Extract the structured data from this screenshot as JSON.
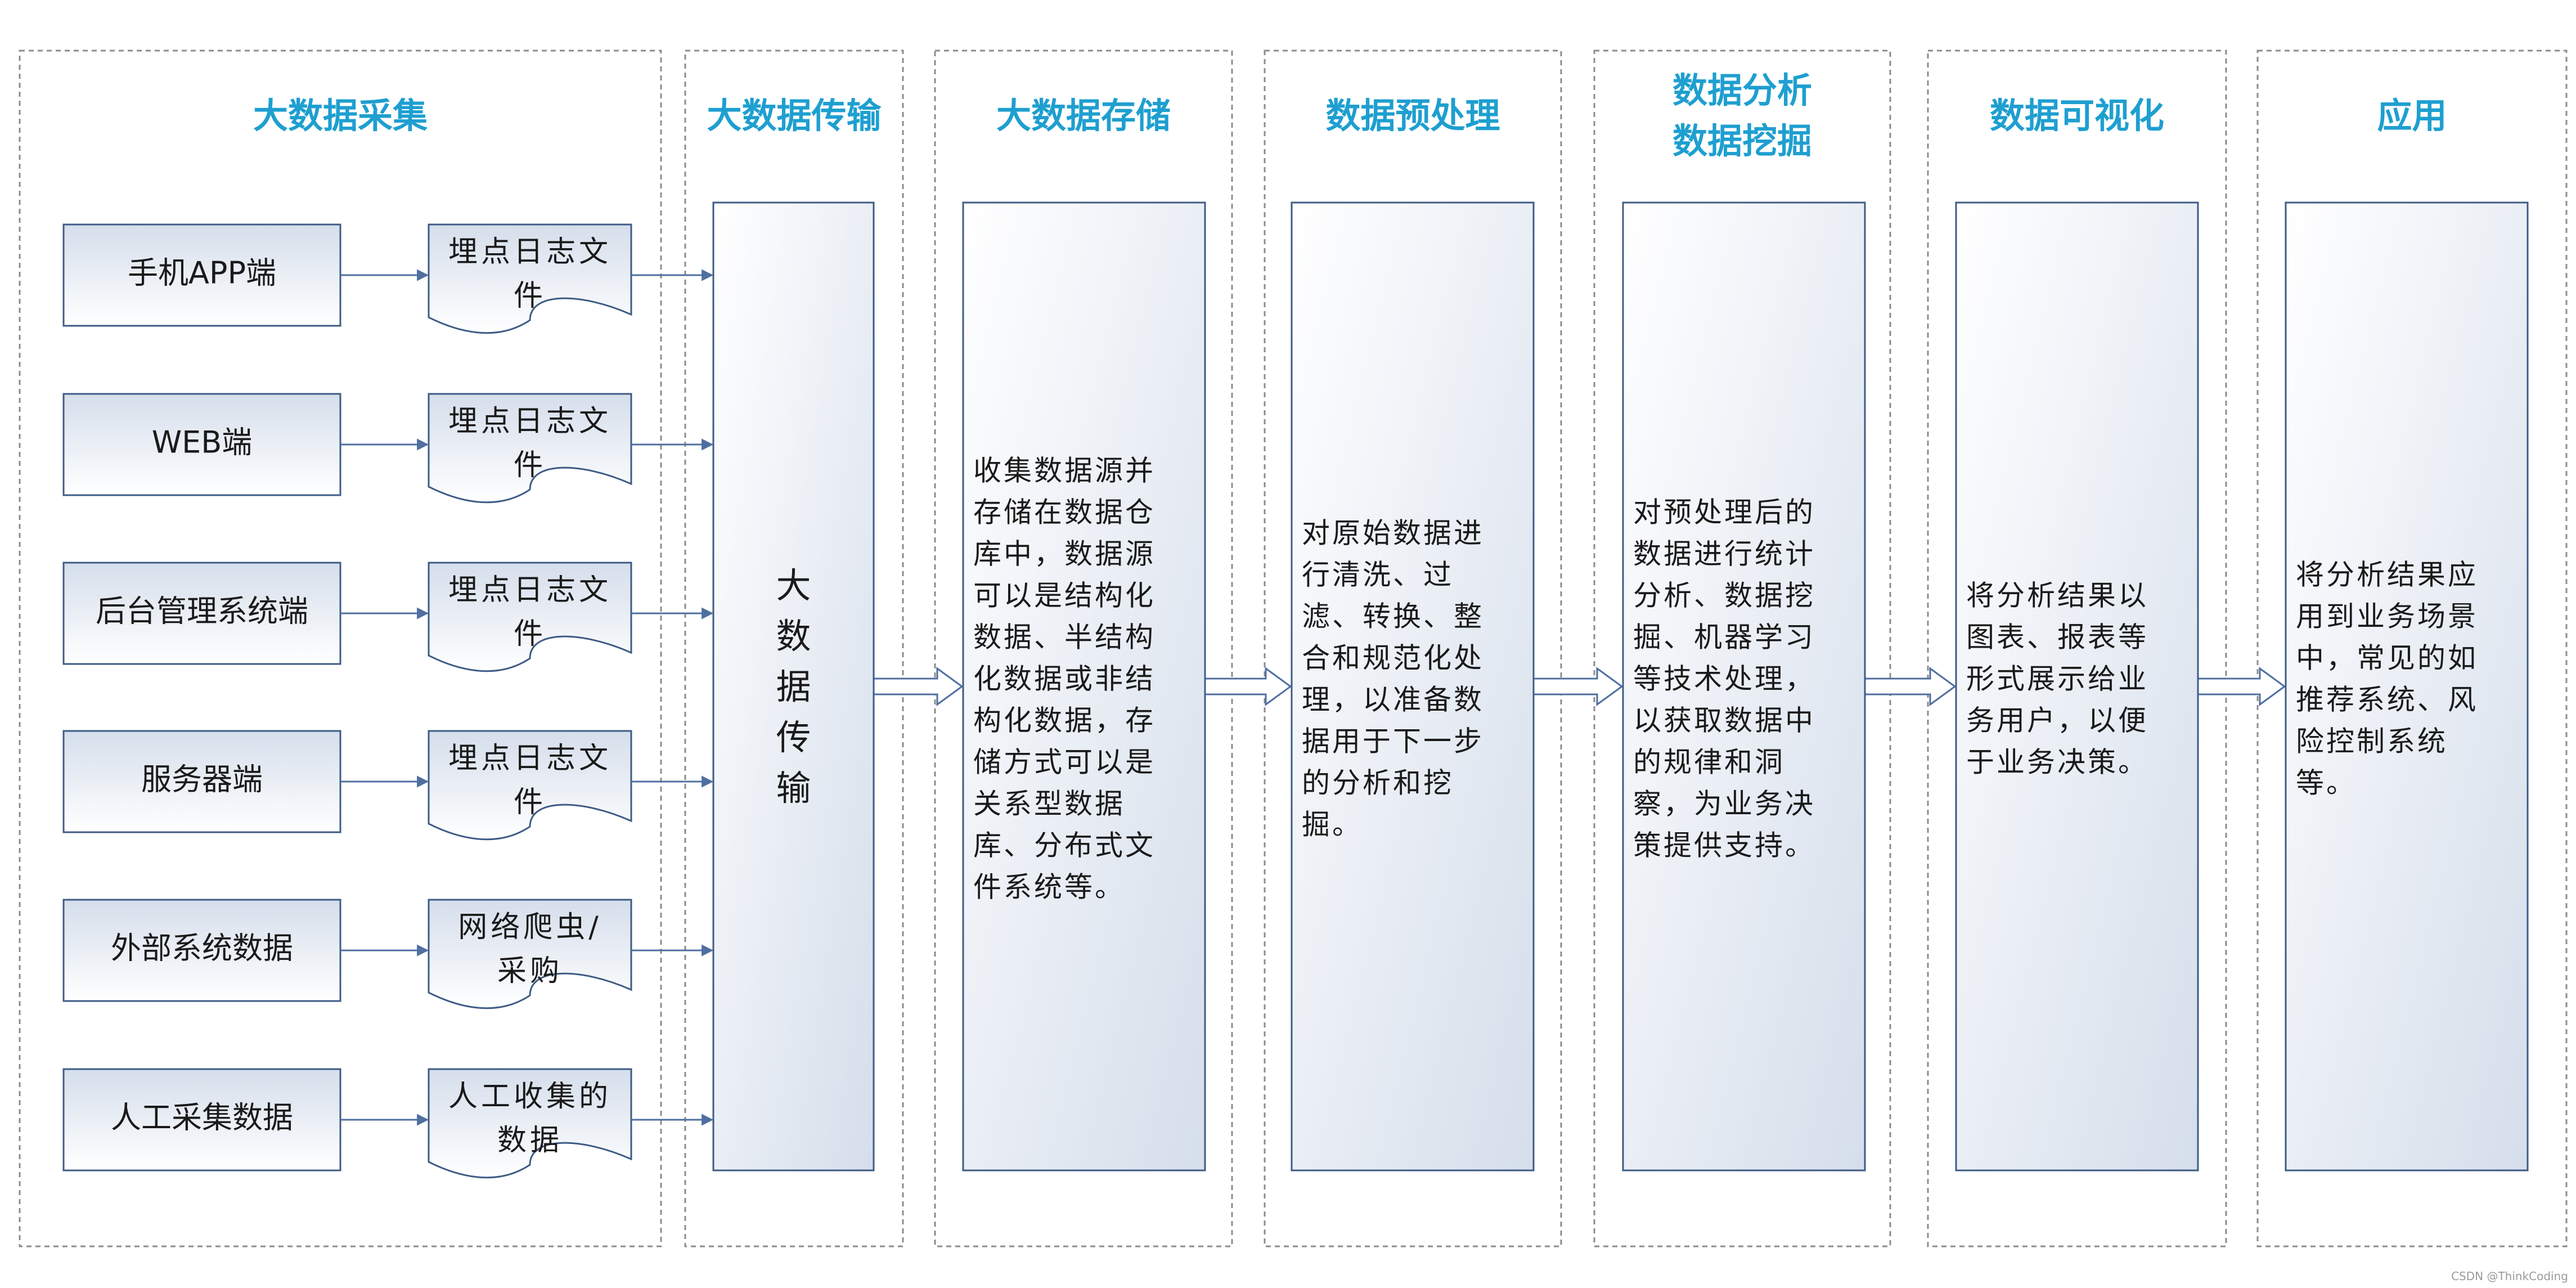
{
  "columns": [
    {
      "key": "collect",
      "title": [
        "大数据采集"
      ]
    },
    {
      "key": "transfer",
      "title": [
        "大数据传输"
      ]
    },
    {
      "key": "storage",
      "title": [
        "大数据存储"
      ]
    },
    {
      "key": "preprocess",
      "title": [
        "数据预处理"
      ]
    },
    {
      "key": "analysis",
      "title": [
        "数据分析",
        "数据挖掘"
      ]
    },
    {
      "key": "visual",
      "title": [
        "数据可视化"
      ]
    },
    {
      "key": "apply",
      "title": [
        "应用"
      ]
    }
  ],
  "sources": [
    {
      "label": "手机APP端",
      "doc": [
        "埋点日志文",
        "件"
      ]
    },
    {
      "label": "WEB端",
      "doc": [
        "埋点日志文",
        "件"
      ]
    },
    {
      "label": "后台管理系统端",
      "doc": [
        "埋点日志文",
        "件"
      ]
    },
    {
      "label": "服务器端",
      "doc": [
        "埋点日志文",
        "件"
      ]
    },
    {
      "label": "外部系统数据",
      "doc": [
        "网络爬虫/",
        "采购"
      ]
    },
    {
      "label": "人工采集数据",
      "doc": [
        "人工收集的",
        "数据"
      ]
    }
  ],
  "transfer_box": {
    "chars": [
      "大",
      "数",
      "据",
      "传",
      "输"
    ]
  },
  "process_boxes": [
    {
      "key": "storage",
      "lines": [
        "收集数据源并",
        "存储在数据仓",
        "库中，数据源",
        "可以是结构化",
        "数据、半结构",
        "化数据或非结",
        "构化数据，存",
        "储方式可以是",
        "关系型数据",
        "库、分布式文",
        "件系统等。"
      ]
    },
    {
      "key": "preprocess",
      "lines": [
        "对原始数据进",
        "行清洗、过",
        "滤、转换、整",
        "合和规范化处",
        "理，以准备数",
        "据用于下一步",
        "的分析和挖",
        "掘。"
      ]
    },
    {
      "key": "analysis",
      "lines": [
        "对预处理后的",
        "数据进行统计",
        "分析、数据挖",
        "掘、机器学习",
        "等技术处理，",
        "以获取数据中",
        "的规律和洞",
        "察，为业务决",
        "策提供支持。"
      ]
    },
    {
      "key": "visual",
      "lines": [
        "将分析结果以",
        "图表、报表等",
        "形式展示给业",
        "务用户，以便",
        "于业务决策。"
      ]
    },
    {
      "key": "apply",
      "lines": [
        "将分析结果应",
        "用到业务场景",
        "中，常见的如",
        "推荐系统、风",
        "险控制系统",
        "等。"
      ]
    }
  ],
  "footer": "CSDN @ThinkCoding",
  "colors": {
    "title": "#1E9FD0",
    "box_stroke": "#3E5C85",
    "arrow": "#4F6FA0",
    "dashed": "#8C8C8C",
    "text": "#1A1A1A",
    "box_fill_top": "#D5DEEB",
    "box_fill_bottom": "#FFFFFF"
  }
}
